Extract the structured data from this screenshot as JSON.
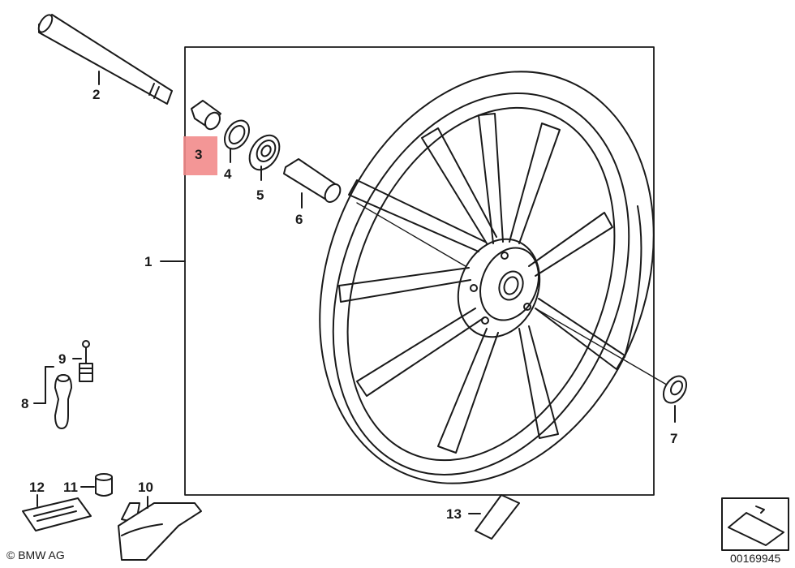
{
  "labels": {
    "p1": "1",
    "p2": "2",
    "p3": "3",
    "p4": "4",
    "p5": "5",
    "p6": "6",
    "p7": "7",
    "p8": "8",
    "p9": "9",
    "p10": "10",
    "p11": "11",
    "p12": "12",
    "p13": "13"
  },
  "highlighted_part": "3",
  "copyright": "© BMW AG",
  "diagram_number": "00169945",
  "colors": {
    "highlight": "#f28b8b",
    "line": "#1a1a1a"
  }
}
